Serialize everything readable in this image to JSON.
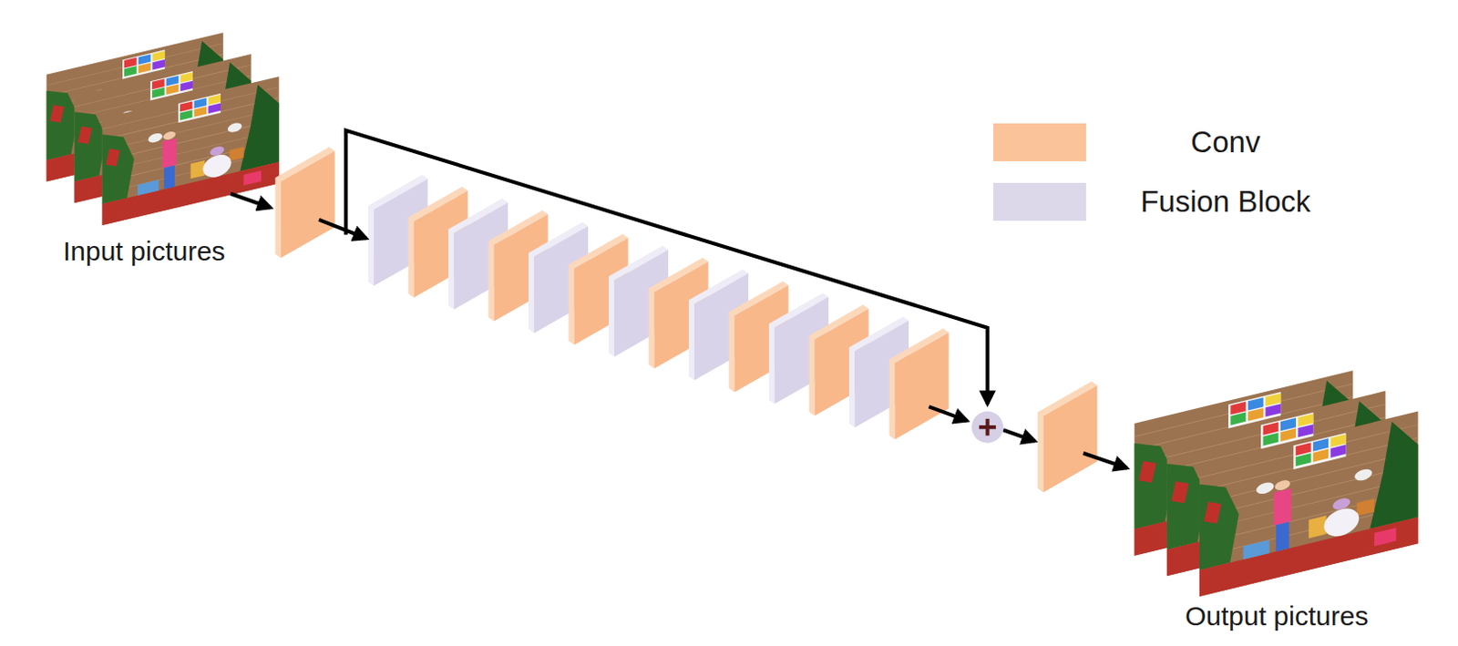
{
  "diagram": {
    "nodes": [
      {
        "text": [
          "Input pictures"
        ]
      },
      {
        "text": [
          "Output pictures"
        ]
      }
    ],
    "legend": [
      {
        "text": "Conv",
        "color": "#fbc39a"
      },
      {
        "text": "Fusion Block",
        "color": "#dcd8ea"
      }
    ]
  }
}
